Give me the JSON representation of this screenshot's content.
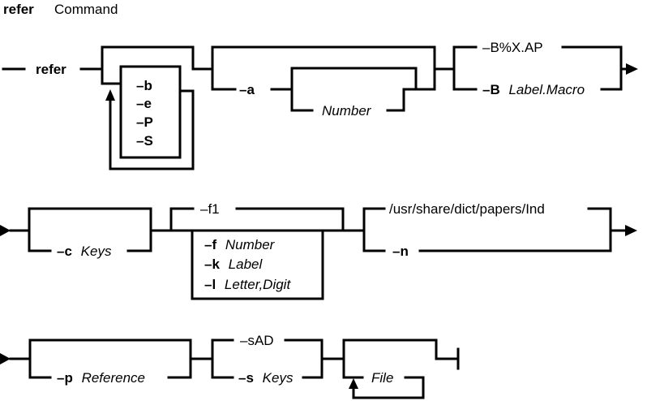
{
  "title": {
    "command": "refer",
    "label": "Command"
  },
  "row1": {
    "command": "refer",
    "flags": [
      "–b",
      "–e",
      "–P",
      "–S"
    ],
    "opt_a": "–a",
    "number": "Number",
    "b_default": "–B%X.AP",
    "b_flag": "–B",
    "b_arg": "Label.Macro"
  },
  "row2": {
    "c_flag": "–c",
    "c_arg": "Keys",
    "f_default": "–f1",
    "box": [
      {
        "flag": "–f",
        "arg": "Number"
      },
      {
        "flag": "–k",
        "arg": "Label"
      },
      {
        "flag": "–l",
        "arg": "Letter,Digit"
      }
    ],
    "path": "/usr/share/dict/papers/Ind",
    "n_flag": "–n"
  },
  "row3": {
    "p_flag": "–p",
    "p_arg": "Reference",
    "s_default": "–sAD",
    "s_flag": "–s",
    "s_arg": "Keys",
    "file": "File"
  }
}
